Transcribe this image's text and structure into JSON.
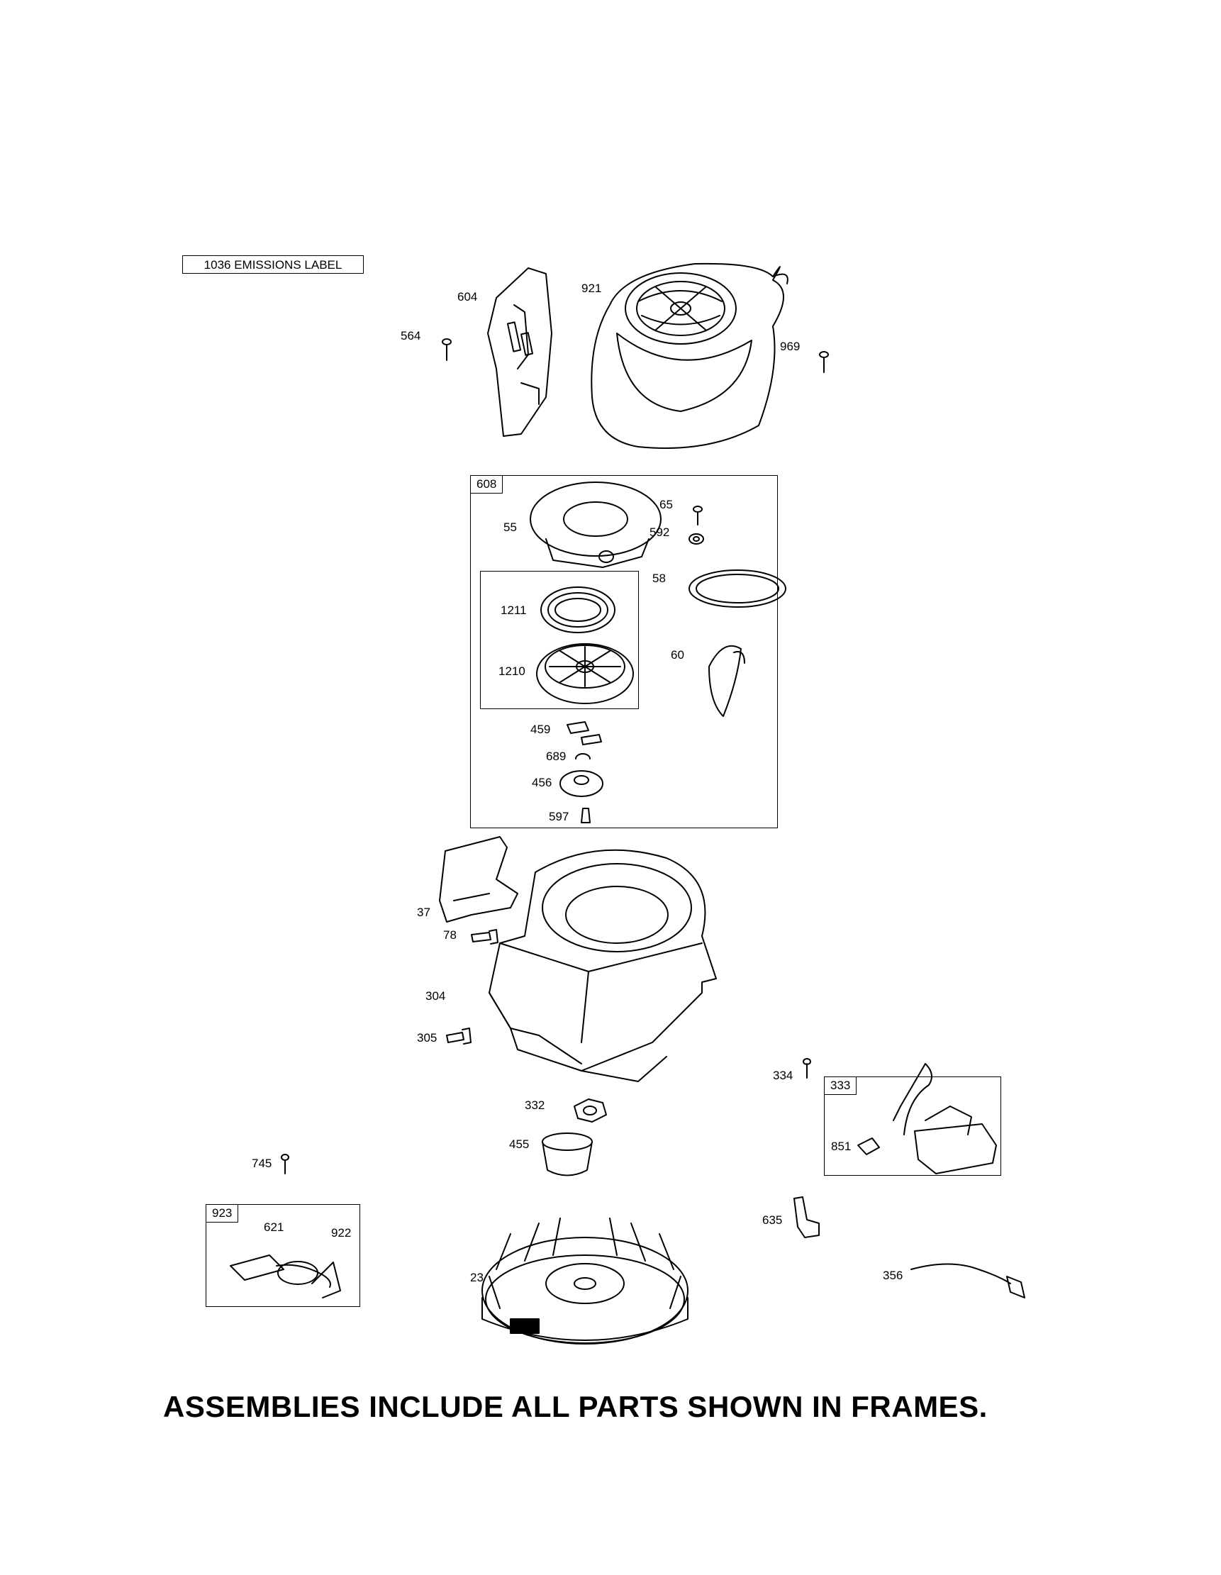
{
  "emissions_label": "1036 EMISSIONS LABEL",
  "footer_note": "ASSEMBLIES INCLUDE ALL PARTS SHOWN IN FRAMES.",
  "frames": {
    "f608": "608",
    "f333": "333",
    "f923": "923"
  },
  "parts": {
    "p604": "604",
    "p921": "921",
    "p564": "564",
    "p969": "969",
    "p65": "65",
    "p55": "55",
    "p592": "592",
    "p58": "58",
    "p1211": "1211",
    "p1210": "1210",
    "p60": "60",
    "p459": "459",
    "p689": "689",
    "p456": "456",
    "p597": "597",
    "p37": "37",
    "p78": "78",
    "p304": "304",
    "p305": "305",
    "p334": "334",
    "p851": "851",
    "p332": "332",
    "p455": "455",
    "p745": "745",
    "p621": "621",
    "p922": "922",
    "p635": "635",
    "p23": "23",
    "p356": "356"
  }
}
